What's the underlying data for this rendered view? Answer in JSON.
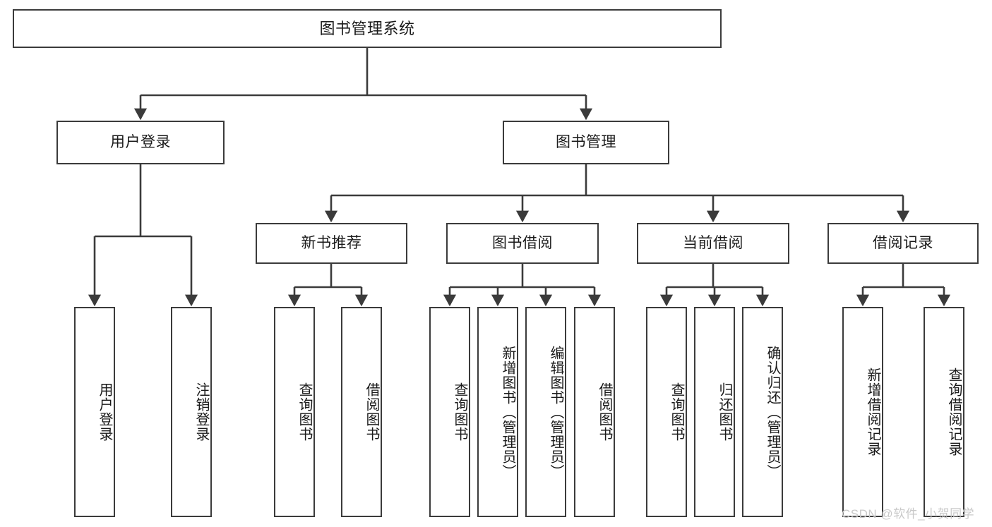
{
  "diagram": {
    "title": "图书管理系统",
    "watermark": "CSDN @软件_小贺同学",
    "line_color": "#3b3b3b",
    "box_border_color": "#3b3b3b",
    "box_fill_color": "#ffffff",
    "text_color": "#1a1a1a",
    "watermark_color": "#c9c9c9"
  },
  "nodes": {
    "root": {
      "label": "图书管理系统"
    },
    "level2": [
      {
        "label": "用户登录"
      },
      {
        "label": "图书管理"
      }
    ],
    "level3": [
      {
        "label": "新书推荐"
      },
      {
        "label": "图书借阅"
      },
      {
        "label": "当前借阅"
      },
      {
        "label": "借阅记录"
      }
    ],
    "leaves_user_login": [
      {
        "label": "用户登录"
      },
      {
        "label": "注销登录"
      }
    ],
    "leaves_new_book": [
      {
        "label": "查询图书"
      },
      {
        "label": "借阅图书"
      }
    ],
    "leaves_borrow": [
      {
        "label": "查询图书"
      },
      {
        "label": "新增图书（管理员）"
      },
      {
        "label": "编辑图书（管理员）"
      },
      {
        "label": "借阅图书"
      }
    ],
    "leaves_current": [
      {
        "label": "查询图书"
      },
      {
        "label": "归还图书"
      },
      {
        "label": "确认归还（管理员）"
      }
    ],
    "leaves_records": [
      {
        "label": "新增借阅记录"
      },
      {
        "label": "查询借阅记录"
      }
    ]
  },
  "chart_data": {
    "type": "diagram",
    "title": "图书管理系统",
    "structure": "tree",
    "tree": {
      "name": "图书管理系统",
      "children": [
        {
          "name": "用户登录",
          "children": [
            {
              "name": "用户登录"
            },
            {
              "name": "注销登录"
            }
          ]
        },
        {
          "name": "图书管理",
          "children": [
            {
              "name": "新书推荐",
              "children": [
                {
                  "name": "查询图书"
                },
                {
                  "name": "借阅图书"
                }
              ]
            },
            {
              "name": "图书借阅",
              "children": [
                {
                  "name": "查询图书"
                },
                {
                  "name": "新增图书（管理员）"
                },
                {
                  "name": "编辑图书（管理员）"
                },
                {
                  "name": "借阅图书"
                }
              ]
            },
            {
              "name": "当前借阅",
              "children": [
                {
                  "name": "查询图书"
                },
                {
                  "name": "归还图书"
                },
                {
                  "name": "确认归还（管理员）"
                }
              ]
            },
            {
              "name": "借阅记录",
              "children": [
                {
                  "name": "新增借阅记录"
                },
                {
                  "name": "查询借阅记录"
                }
              ]
            }
          ]
        }
      ]
    }
  }
}
